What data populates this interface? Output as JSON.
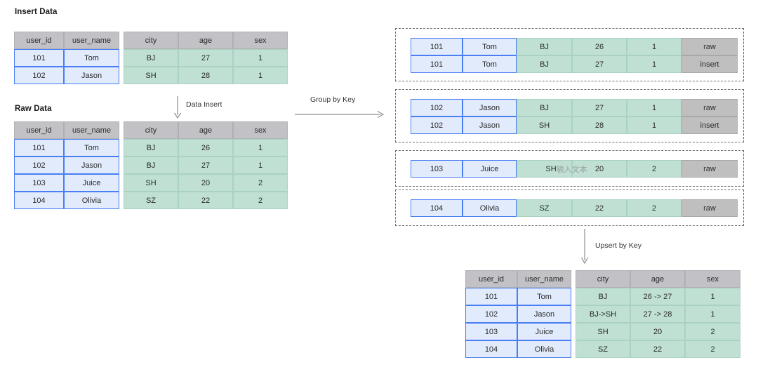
{
  "diagram": {
    "title_insert": "Insert Data",
    "title_raw": "Raw Data",
    "columns": [
      "user_id",
      "user_name",
      "city",
      "age",
      "sex"
    ],
    "arrows": {
      "data_insert": "Data Insert",
      "group_by_key": "Group by Key",
      "upsert_by_key": "Upsert by Key"
    },
    "insert_table": {
      "headers": [
        "user_id",
        "user_name",
        "city",
        "age",
        "sex"
      ],
      "rows": [
        [
          "101",
          "Tom",
          "BJ",
          "27",
          "1"
        ],
        [
          "102",
          "Jason",
          "SH",
          "28",
          "1"
        ]
      ]
    },
    "raw_table": {
      "headers": [
        "user_id",
        "user_name",
        "city",
        "age",
        "sex"
      ],
      "rows": [
        [
          "101",
          "Tom",
          "BJ",
          "26",
          "1"
        ],
        [
          "102",
          "Jason",
          "BJ",
          "27",
          "1"
        ],
        [
          "103",
          "Juice",
          "SH",
          "20",
          "2"
        ],
        [
          "104",
          "Olivia",
          "SZ",
          "22",
          "2"
        ]
      ]
    },
    "groups": [
      {
        "rows": [
          [
            "101",
            "Tom",
            "BJ",
            "26",
            "1",
            "raw"
          ],
          [
            "101",
            "Tom",
            "BJ",
            "27",
            "1",
            "insert"
          ]
        ]
      },
      {
        "rows": [
          [
            "102",
            "Jason",
            "BJ",
            "27",
            "1",
            "raw"
          ],
          [
            "102",
            "Jason",
            "SH",
            "28",
            "1",
            "insert"
          ]
        ]
      },
      {
        "rows": [
          [
            "103",
            "Juice",
            "SH",
            "20",
            "2",
            "raw"
          ]
        ],
        "placeholder_city": "SH",
        "placeholder_hint": "输入文本"
      },
      {
        "rows": [
          [
            "104",
            "Olivia",
            "SZ",
            "22",
            "2",
            "raw"
          ]
        ]
      }
    ],
    "result_table": {
      "headers": [
        "user_id",
        "user_name",
        "city",
        "age",
        "sex"
      ],
      "rows": [
        [
          "101",
          "Tom",
          "BJ",
          "26 -> 27",
          "1"
        ],
        [
          "102",
          "Jason",
          "BJ->SH",
          "27 -> 28",
          "1"
        ],
        [
          "103",
          "Juice",
          "SH",
          "20",
          "2"
        ],
        [
          "104",
          "Olivia",
          "SZ",
          "22",
          "2"
        ]
      ]
    },
    "colors": {
      "header_gray": "#c2c2c6",
      "key_blue_fill": "#e2ebfc",
      "key_blue_border": "#4a7ef5",
      "value_green": "#bfe0d3",
      "tag_gray": "#bfbfbf",
      "dash_border": "#6e6e6e",
      "arrow": "#8d8d8d",
      "placeholder_text": "#9aa0a6"
    }
  }
}
